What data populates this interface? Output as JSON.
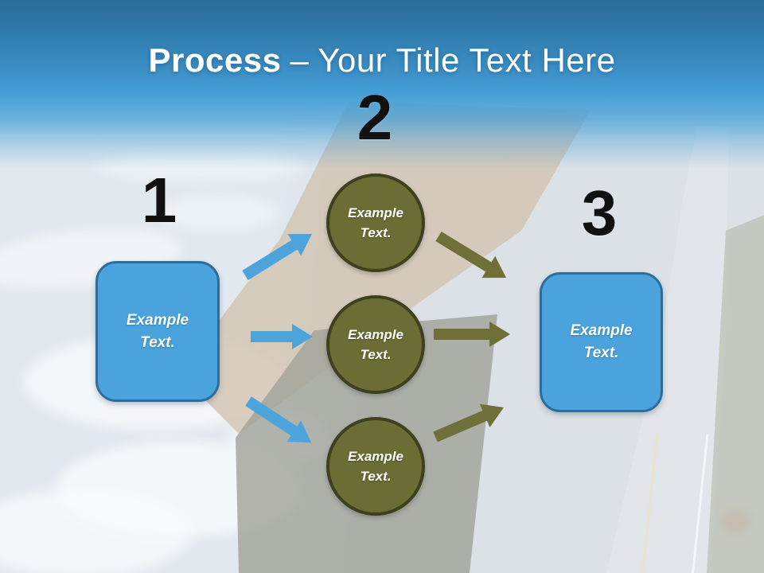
{
  "title": {
    "bold": "Process",
    "separator": "–",
    "rest": "Your Title Text Here"
  },
  "numbers": {
    "n1": "1",
    "n2": "2",
    "n3": "3"
  },
  "left_box": {
    "label": "Example Text."
  },
  "right_box": {
    "label": "Example Text."
  },
  "circles": [
    {
      "label": "Example Text."
    },
    {
      "label": "Example Text."
    },
    {
      "label": "Example Text."
    }
  ],
  "colors": {
    "title_text": "#ffffff",
    "number_text": "#111111",
    "box_fill": "#4aa3dc",
    "box_border": "#2e6d99",
    "box_text": "#ffffff",
    "circle_fill": "#6c6d34",
    "circle_border": "#3f401f",
    "circle_text": "#ffffff",
    "arrow_blue": "#4da4da",
    "arrow_olive": "#6f7038",
    "sky_blue": "#3a8cc2"
  }
}
